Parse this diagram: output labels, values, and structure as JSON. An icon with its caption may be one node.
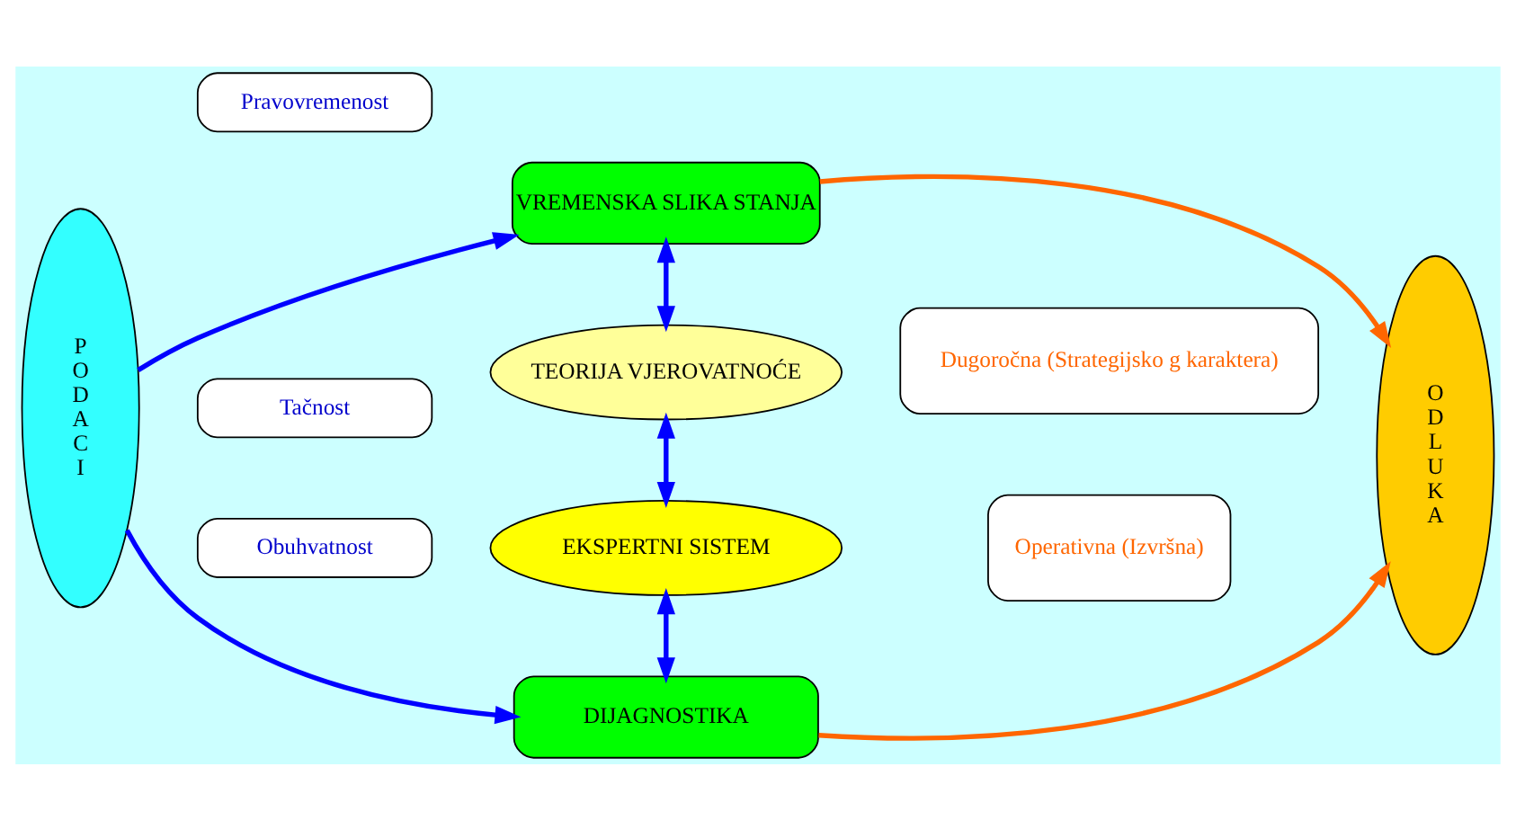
{
  "diagram": {
    "nodes": [
      {
        "text": [
          "PODACI"
        ]
      },
      {
        "text": [
          "Pravovremenost"
        ]
      },
      {
        "text": [
          "Tačnost"
        ]
      },
      {
        "text": [
          "Obuhvatnost"
        ]
      },
      {
        "text": [
          "VREMENSKA SLIKA STANJA"
        ]
      },
      {
        "text": [
          "TEORIJA VJEROVATNOĆE"
        ]
      },
      {
        "text": [
          "EKSPERTNI SISTEM"
        ]
      },
      {
        "text": [
          "DIJAGNOSTIKA"
        ]
      },
      {
        "text": [
          "Dugoročna (Strategijsko g karaktera)"
        ]
      },
      {
        "text": [
          "Operativna (Izvršna)"
        ]
      },
      {
        "text": [
          "ODLUKA"
        ]
      }
    ],
    "edges": [
      {
        "from": 0,
        "to": 4,
        "arrow": "to"
      },
      {
        "from": 0,
        "to": 7,
        "arrow": "to"
      },
      {
        "from": 4,
        "to": 10,
        "arrow": "to",
        "color": "#ff6600"
      },
      {
        "from": 7,
        "to": 10,
        "arrow": "to",
        "color": "#ff6600"
      },
      {
        "from": 4,
        "to": 5,
        "arrow": "both"
      },
      {
        "from": 5,
        "to": 6,
        "arrow": "both"
      },
      {
        "from": 6,
        "to": 7,
        "arrow": "both"
      }
    ]
  }
}
